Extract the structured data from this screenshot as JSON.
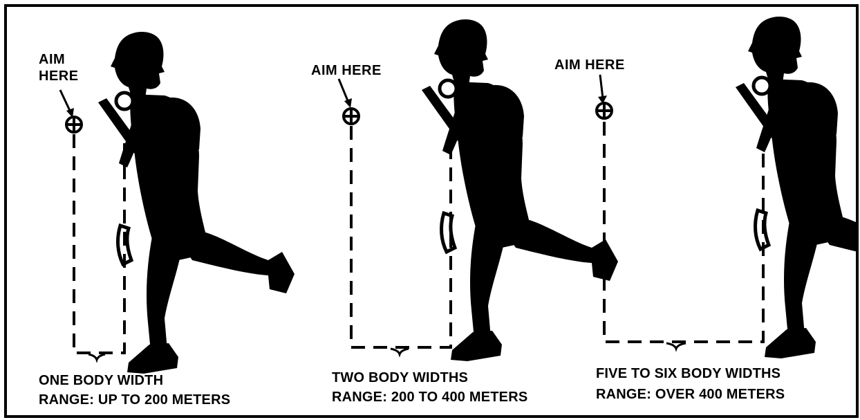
{
  "panels": [
    {
      "aim_label": "AIM\nHERE",
      "caption_line1": "ONE BODY WIDTH",
      "caption_line2": "RANGE: UP TO 200 METERS"
    },
    {
      "aim_label": "AIM HERE",
      "caption_line1": "TWO BODY WIDTHS",
      "caption_line2": "RANGE: 200 TO 400 METERS"
    },
    {
      "aim_label": "AIM HERE",
      "caption_line1": "FIVE TO SIX BODY WIDTHS",
      "caption_line2": "RANGE: OVER 400 METERS"
    }
  ],
  "colors": {
    "ink": "#000000",
    "paper": "#ffffff"
  },
  "icons": [
    "crosshair-aim-icon",
    "center-mass-dot-icon",
    "running-soldier-silhouette"
  ]
}
